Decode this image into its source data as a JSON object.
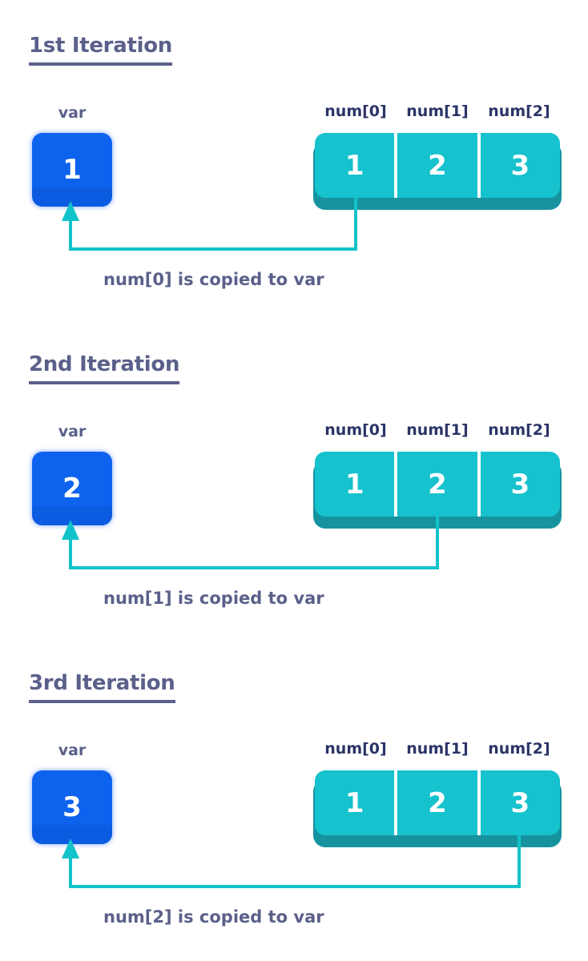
{
  "colors": {
    "bg": "#ffffff",
    "title_text": "#5b608a",
    "caption_text": "#5b608a",
    "num_label_text": "#2b3467",
    "var_box_fill": "#0d63ee",
    "var_box_band": "#0b57d6",
    "array_fill": "#16c2cd",
    "array_shadow": "#17939f",
    "arrow": "#12c2ca",
    "cell_text": "#ffffff",
    "divider": "#ffffff"
  },
  "sections": [
    {
      "title": "1st Iteration",
      "var_label": "var",
      "var_value": "1",
      "array": {
        "labels": [
          "num[0]",
          "num[1]",
          "num[2]"
        ],
        "values": [
          "1",
          "2",
          "3"
        ]
      },
      "source_cell": "num[0]",
      "caption": "num[0] is copied to var"
    },
    {
      "title": "2nd Iteration",
      "var_label": "var",
      "var_value": "2",
      "array": {
        "labels": [
          "num[0]",
          "num[1]",
          "num[2]"
        ],
        "values": [
          "1",
          "2",
          "3"
        ]
      },
      "source_cell": "num[1]",
      "caption": "num[1] is copied to var"
    },
    {
      "title": "3rd Iteration",
      "var_label": "var",
      "var_value": "3",
      "array": {
        "labels": [
          "num[0]",
          "num[1]",
          "num[2]"
        ],
        "values": [
          "1",
          "2",
          "3"
        ]
      },
      "source_cell": "num[2]",
      "caption": "num[2] is copied to var"
    }
  ]
}
